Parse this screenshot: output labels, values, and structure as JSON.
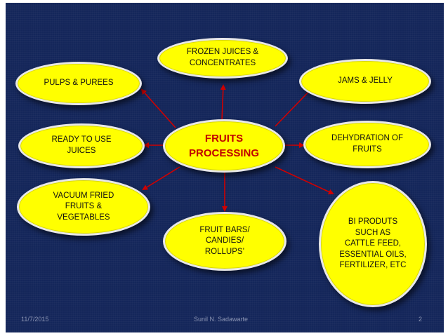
{
  "center": {
    "label": "FRUITS\nPROCESSING"
  },
  "nodes": {
    "frozen": "FROZEN JUICES &\nCONCENTRATES",
    "pulps": "PULPS & PUREES",
    "jams": "JAMS & JELLY",
    "juices": "READY TO  USE\nJUICES",
    "dehydration": "DEHYDRATION OF\nFRUITS",
    "vacuum": "VACUUM FRIED\nFRUITS &\nVEGETABLES",
    "bars": "FRUIT BARS/\nCANDIES/\nROLLUPS’",
    "byproducts": "BI PRODUTS\nSUCH AS\nCATTLE FEED,\nESSENTIAL OILS,\nFERTILIZER, ETC"
  },
  "footer": {
    "date": "11/7/2015",
    "author": "Sunil  N. Sadawarte",
    "page": "2"
  },
  "colors": {
    "background": "#14265a",
    "node_fill": "#ffff00",
    "center_text": "#c00000",
    "arrow": "#d00000"
  }
}
